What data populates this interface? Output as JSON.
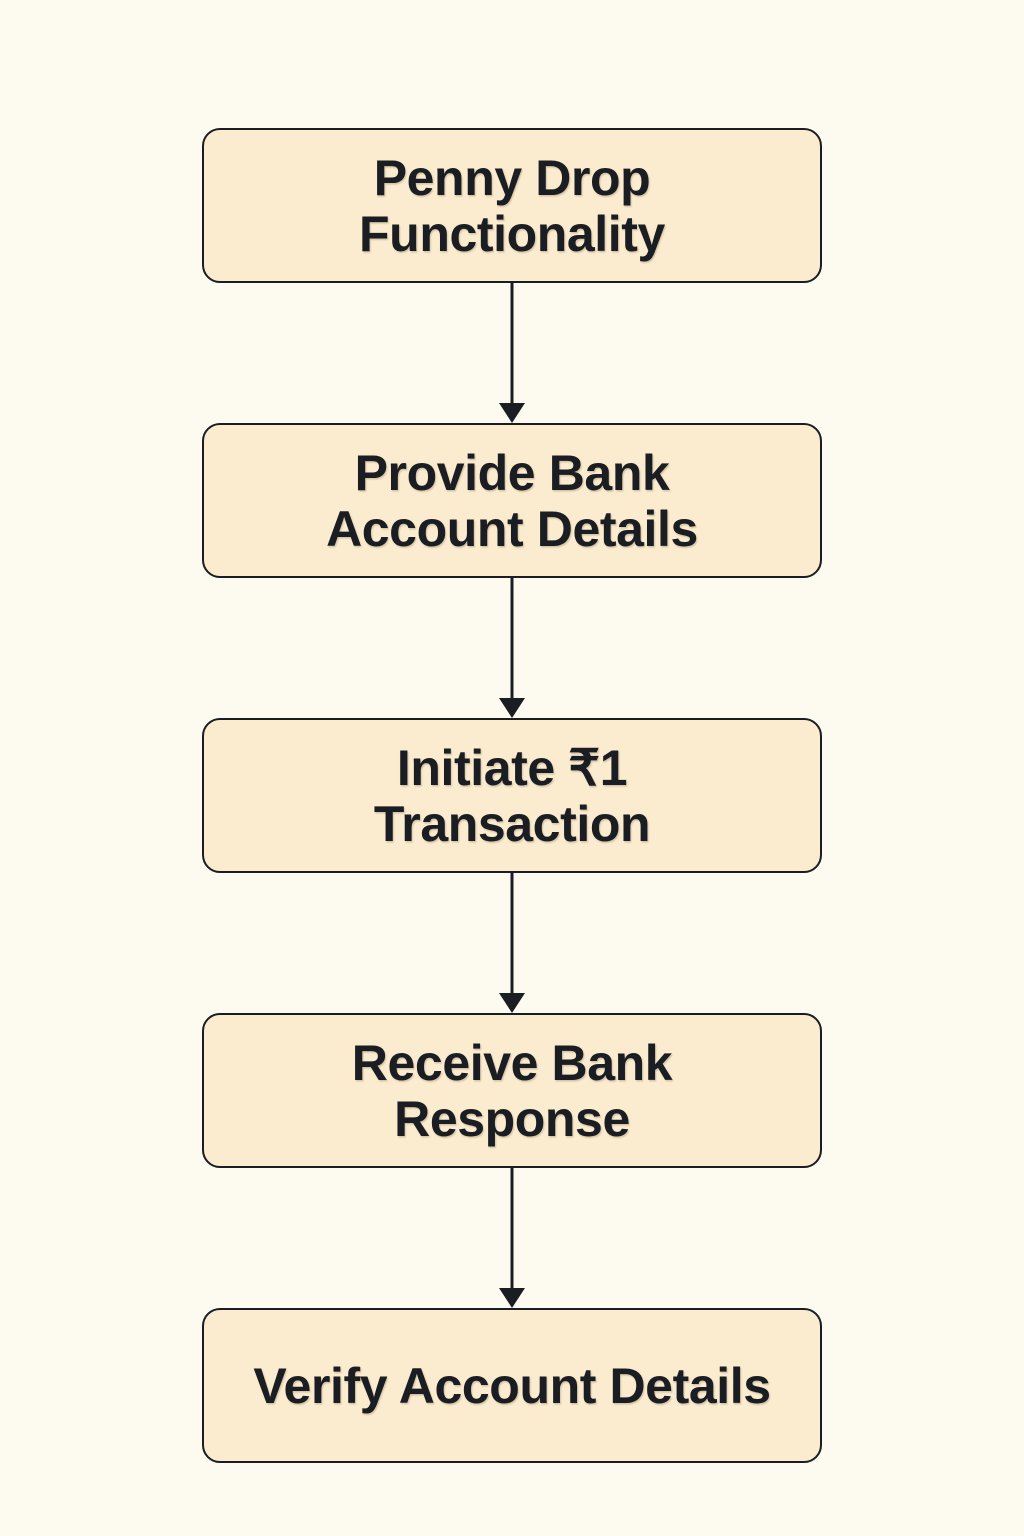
{
  "diagram": {
    "type": "flowchart",
    "orientation": "vertical-top-to-bottom",
    "background_color": "#FDFBF0",
    "node_fill_color": "#FBEBCF",
    "node_border_color": "#1A1E23",
    "text_color": "#1A1E23",
    "connector_color": "#1A1E23",
    "nodes": [
      {
        "id": "node-1",
        "label": "Penny Drop Functionality"
      },
      {
        "id": "node-2",
        "label": "Provide Bank\nAccount Details"
      },
      {
        "id": "node-3",
        "label": "Initiate ₹1\nTransaction"
      },
      {
        "id": "node-4",
        "label": "Receive Bank\nResponse"
      },
      {
        "id": "node-5",
        "label": "Verify Account Details"
      }
    ],
    "connectors": [
      {
        "id": "arrow-1",
        "from": "node-1",
        "to": "node-2",
        "style": "solid-arrow-down"
      },
      {
        "id": "arrow-2",
        "from": "node-2",
        "to": "node-3",
        "style": "solid-arrow-down"
      },
      {
        "id": "arrow-3",
        "from": "node-3",
        "to": "node-4",
        "style": "solid-arrow-down"
      },
      {
        "id": "arrow-4",
        "from": "node-4",
        "to": "node-5",
        "style": "solid-arrow-down"
      }
    ]
  }
}
